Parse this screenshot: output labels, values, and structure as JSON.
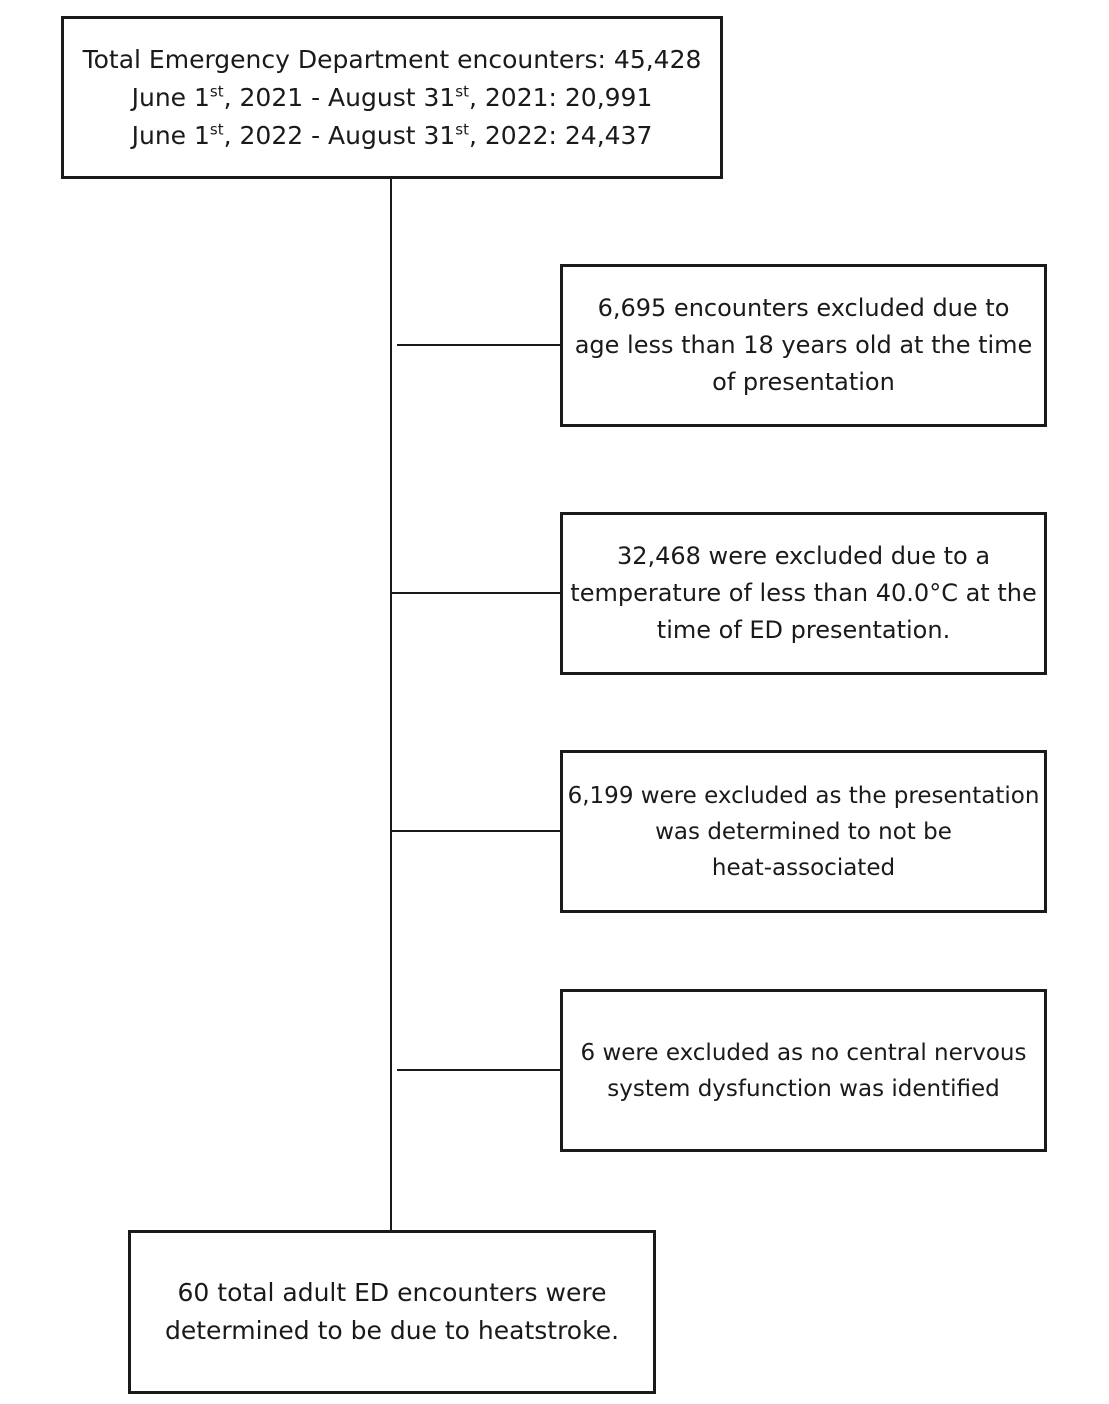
{
  "top_box": {
    "line1": "Total Emergency Department  encounters: 45,428",
    "line2_prefix": "June 1",
    "line2_sup1": "st",
    "line2_middle": ", 2021 - August 31",
    "line2_sup2": "st",
    "line2_suffix": ", 2021: 20,991",
    "line3_prefix": "June 1",
    "line3_sup1": "st",
    "line3_middle": ", 2022 - August 31",
    "line3_sup2": "st",
    "line3_suffix": ", 2022: 24,437"
  },
  "exclusions": [
    {
      "lines": [
        "6,695 encounters  excluded due to",
        "age less than 18 years old at the time",
        "of presentation"
      ]
    },
    {
      "lines": [
        "32,468 were excluded due to a",
        "temperature of less than 40.0°C at the",
        "time of ED presentation."
      ]
    },
    {
      "lines": [
        "6,199 were excluded as the presentation",
        "was determined to not be",
        "heat-associated"
      ]
    },
    {
      "lines": [
        "6 were excluded as no central nervous",
        "system dysfunction was identified"
      ]
    }
  ],
  "final_box": {
    "line1": "60 total adult ED encounters were",
    "line2": "determined to be due to heatstroke."
  }
}
